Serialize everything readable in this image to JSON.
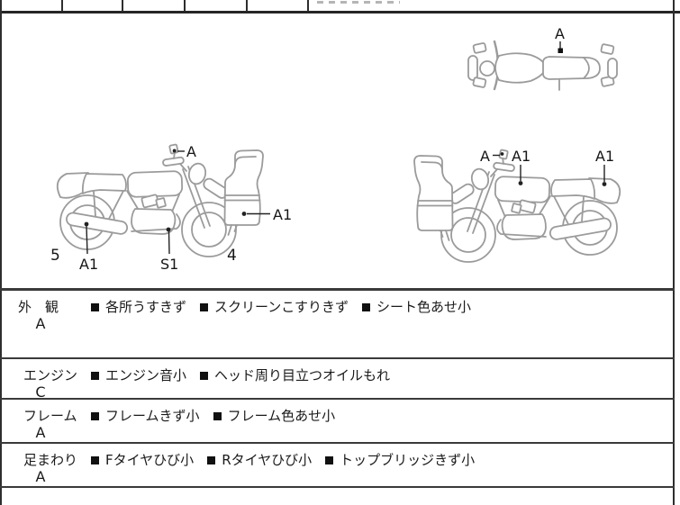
{
  "colors": {
    "drawing_line": "#9b9b9b",
    "ink": "#161616",
    "border": "#2e2e2e"
  },
  "diagrams": {
    "top_view": {
      "label_a": "A"
    },
    "left_side": {
      "label_a": "A",
      "label_a1_cowl": "A1",
      "label_5": "5",
      "label_a1_muffler": "A1",
      "label_s1": "S1",
      "label_4": "4"
    },
    "right_side": {
      "label_a": "A",
      "label_a1_tank": "A1",
      "label_a1_rear": "A1"
    }
  },
  "inspection": {
    "bullet": "■",
    "rows": [
      {
        "category": "外　観",
        "grade": "A",
        "items": [
          "各所うすきず",
          "スクリーンこすりきず",
          "シート色あせ小"
        ]
      },
      {
        "category": "エンジン",
        "grade": "C",
        "items": [
          "エンジン音小",
          "ヘッド周り目立つオイルもれ"
        ]
      },
      {
        "category": "フレーム",
        "grade": "A",
        "items": [
          "フレームきず小",
          "フレーム色あせ小"
        ]
      },
      {
        "category": "足まわり",
        "grade": "A",
        "items": [
          "Fタイヤひび小",
          "Rタイヤひび小",
          "トップブリッジきず小"
        ]
      }
    ]
  }
}
